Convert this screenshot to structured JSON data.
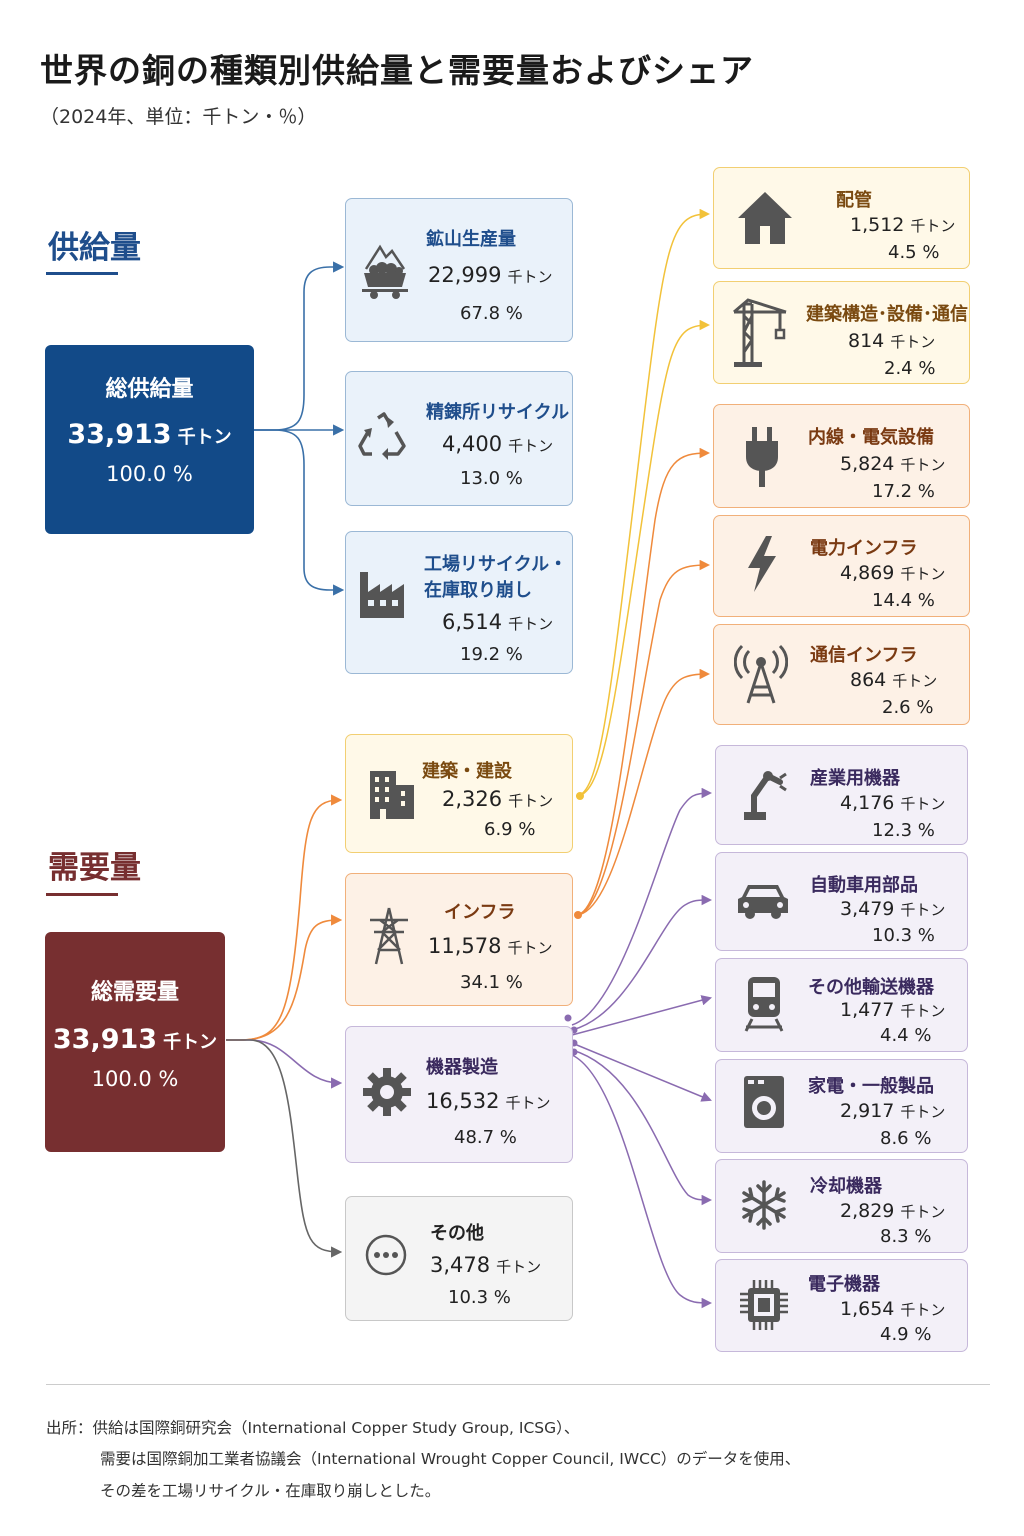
{
  "title": "世界の銅の種類別供給量と需要量およびシェア",
  "subtitle": "（2024年、単位：千トン・％）",
  "colors": {
    "supply": "#124a88",
    "demand": "#772f30",
    "yellow": "#f2c23a",
    "orange": "#ef8a3c",
    "purple": "#8a6bb0",
    "gray": "#666666"
  },
  "supply": {
    "heading": "供給量",
    "total": {
      "label": "総供給量",
      "value": "33,913",
      "unit": "千トン",
      "pct": "100.0 %"
    },
    "items": [
      {
        "label": "鉱山生産量",
        "value": "22,999",
        "unit": "千トン",
        "pct": "67.8 %",
        "icon": "mine-cart-icon"
      },
      {
        "label": "精錬所リサイクル",
        "value": "4,400",
        "unit": "千トン",
        "pct": "13.0 %",
        "icon": "recycle-icon"
      },
      {
        "label1": "工場リサイクル・",
        "label2": "在庫取り崩し",
        "value": "6,514",
        "unit": "千トン",
        "pct": "19.2 %",
        "icon": "factory-icon"
      }
    ]
  },
  "demand": {
    "heading": "需要量",
    "total": {
      "label": "総需要量",
      "value": "33,913",
      "unit": "千トン",
      "pct": "100.0 %"
    },
    "items": [
      {
        "label": "建築・建設",
        "value": "2,326",
        "unit": "千トン",
        "pct": "6.9 %",
        "icon": "building-icon"
      },
      {
        "label": "インフラ",
        "value": "11,578",
        "unit": "千トン",
        "pct": "34.1 %",
        "icon": "power-tower-icon"
      },
      {
        "label": "機器製造",
        "value": "16,532",
        "unit": "千トン",
        "pct": "48.7 %",
        "icon": "gear-icon"
      },
      {
        "label": "その他",
        "value": "3,478",
        "unit": "千トン",
        "pct": "10.3 %",
        "icon": "more-icon"
      }
    ],
    "subitems": [
      {
        "label": "配管",
        "value": "1,512",
        "unit": "千トン",
        "pct": "4.5 %",
        "icon": "house-icon"
      },
      {
        "label": "建築構造･設備･通信",
        "value": "814",
        "unit": "千トン",
        "pct": "2.4 %",
        "icon": "crane-icon"
      },
      {
        "label": "内線・電気設備",
        "value": "5,824",
        "unit": "千トン",
        "pct": "17.2 %",
        "icon": "plug-icon"
      },
      {
        "label": "電力インフラ",
        "value": "4,869",
        "unit": "千トン",
        "pct": "14.4 %",
        "icon": "lightning-icon"
      },
      {
        "label": "通信インフラ",
        "value": "864",
        "unit": "千トン",
        "pct": "2.6 %",
        "icon": "antenna-icon"
      },
      {
        "label": "産業用機器",
        "value": "4,176",
        "unit": "千トン",
        "pct": "12.3 %",
        "icon": "robot-arm-icon"
      },
      {
        "label": "自動車用部品",
        "value": "3,479",
        "unit": "千トン",
        "pct": "10.3 %",
        "icon": "car-icon"
      },
      {
        "label": "その他輸送機器",
        "value": "1,477",
        "unit": "千トン",
        "pct": "4.4 %",
        "icon": "train-icon"
      },
      {
        "label": "家電・一般製品",
        "value": "2,917",
        "unit": "千トン",
        "pct": "8.6 %",
        "icon": "washing-machine-icon"
      },
      {
        "label": "冷却機器",
        "value": "2,829",
        "unit": "千トン",
        "pct": "8.3 %",
        "icon": "snowflake-icon"
      },
      {
        "label": "電子機器",
        "value": "1,654",
        "unit": "千トン",
        "pct": "4.9 %",
        "icon": "chip-icon"
      }
    ]
  },
  "footer": {
    "line1": "出所：供給は国際銅研究会（International Copper Study Group, ICSG）、",
    "line2": "需要は国際銅加工業者協議会（International Wrought Copper Council, IWCC）のデータを使用、",
    "line3": "その差を工場リサイクル・在庫取り崩しとした。"
  }
}
